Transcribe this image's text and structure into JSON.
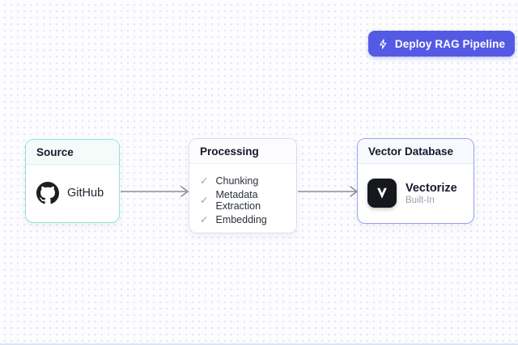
{
  "icons": {
    "check": "✓"
  },
  "header": {
    "deploy_button": {
      "label": "Deploy RAG Pipeline"
    }
  },
  "cards": {
    "source": {
      "title": "Source",
      "item": {
        "label": "GitHub",
        "icon": "github-icon"
      }
    },
    "processing": {
      "title": "Processing",
      "steps": [
        "Chunking",
        "Metadata Extraction",
        "Embedding"
      ]
    },
    "vector_database": {
      "title": "Vector Database",
      "item": {
        "label": "Vectorize",
        "sublabel": "Built-In",
        "icon": "vectorize-icon"
      }
    }
  },
  "connections": [
    {
      "from": "source",
      "to": "processing"
    },
    {
      "from": "processing",
      "to": "vector_database"
    }
  ],
  "colors": {
    "deploy_button": "#555AE4",
    "source_border": "#92E2D4",
    "processing_border": "#DBDBF4",
    "vector_border": "#97A2F2",
    "arrow": "#8A909A",
    "logo_background": "#16181D"
  }
}
